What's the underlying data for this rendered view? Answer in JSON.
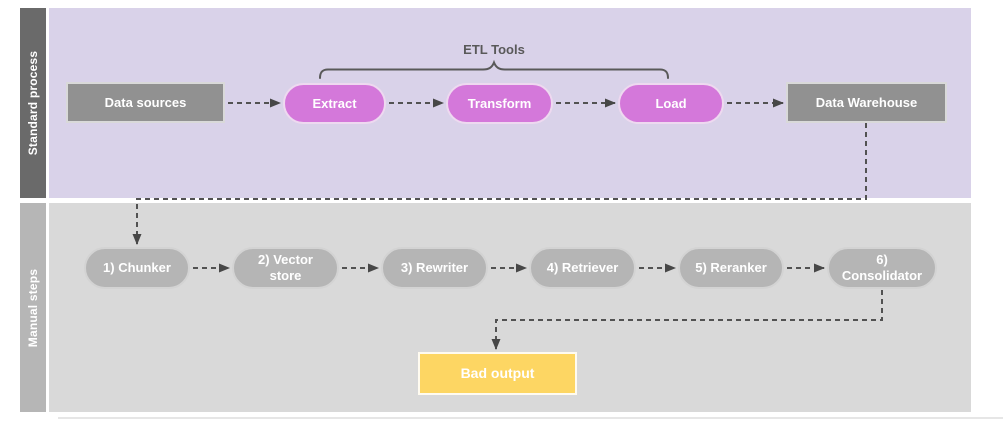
{
  "lanes": [
    {
      "id": "standard-process",
      "label": "Standard process"
    },
    {
      "id": "manual-steps",
      "label": "Manual steps"
    }
  ],
  "annotation": {
    "label": "ETL Tools"
  },
  "nodes": {
    "data_sources": {
      "label": "Data sources"
    },
    "extract": {
      "label": "Extract"
    },
    "transform": {
      "label": "Transform"
    },
    "load": {
      "label": "Load"
    },
    "data_warehouse": {
      "label": "Data Warehouse"
    },
    "chunker": {
      "label": "1) Chunker"
    },
    "vector_store": {
      "label": "2) Vector store"
    },
    "rewriter": {
      "label": "3) Rewriter"
    },
    "retriever": {
      "label": "4) Retriever"
    },
    "reranker": {
      "label": "5) Reranker"
    },
    "consolidator": {
      "label": "6) Consolidator"
    },
    "bad_output": {
      "label": "Bad output"
    }
  },
  "colors": {
    "lane_standard_bg": "#d9d2e9",
    "lane_standard_tab": "#6a6a6a",
    "lane_manual_bg": "#d9d9d9",
    "lane_manual_tab": "#b6b6b6",
    "etl_pill": "#d478da",
    "step_pill": "#b5b5b5",
    "gray_box": "#919191",
    "bad_output_box": "#fdd663",
    "connector": "#525252"
  }
}
